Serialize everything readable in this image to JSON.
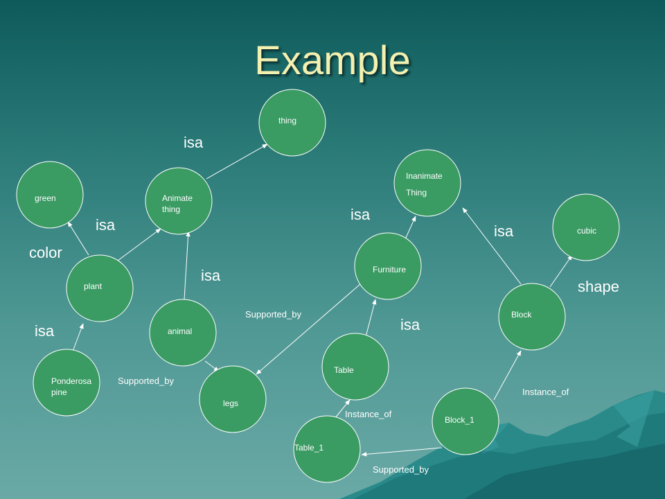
{
  "slide": {
    "title": "Example"
  },
  "colors": {
    "title": "#f4f0b0",
    "node_fill": "#3a9b63",
    "background_top": "#0e5a5a",
    "background_bottom": "#6aa9a6"
  },
  "nodes": {
    "thing": [
      "thing"
    ],
    "animate_thing": [
      "Animate",
      "thing"
    ],
    "inanimate_thing": [
      "Inanimate",
      "Thing"
    ],
    "green": [
      "green"
    ],
    "cubic": [
      "cubic"
    ],
    "plant": [
      "plant"
    ],
    "furniture": [
      "Furniture"
    ],
    "animal": [
      "animal"
    ],
    "block": [
      "Block"
    ],
    "ponderosa_pine": [
      "Ponderosa",
      "pine"
    ],
    "table": [
      "Table"
    ],
    "legs": [
      "legs"
    ],
    "block_1": [
      "Block_1"
    ],
    "table_1": [
      "Table_1"
    ]
  },
  "edge_labels": {
    "isa_animate_thing": "isa",
    "isa_plant_animate": "isa",
    "color": "color",
    "isa_animal": "isa",
    "isa_pine": "isa",
    "supported_by_pine": "Supported_by",
    "isa_furniture": "isa",
    "isa_block": "isa",
    "shape": "shape",
    "supported_by_furniture": "Supported_by",
    "isa_table": "isa",
    "instance_of_table": "Instance_of",
    "instance_of_block": "Instance_of",
    "supported_by_block": "Supported_by"
  }
}
